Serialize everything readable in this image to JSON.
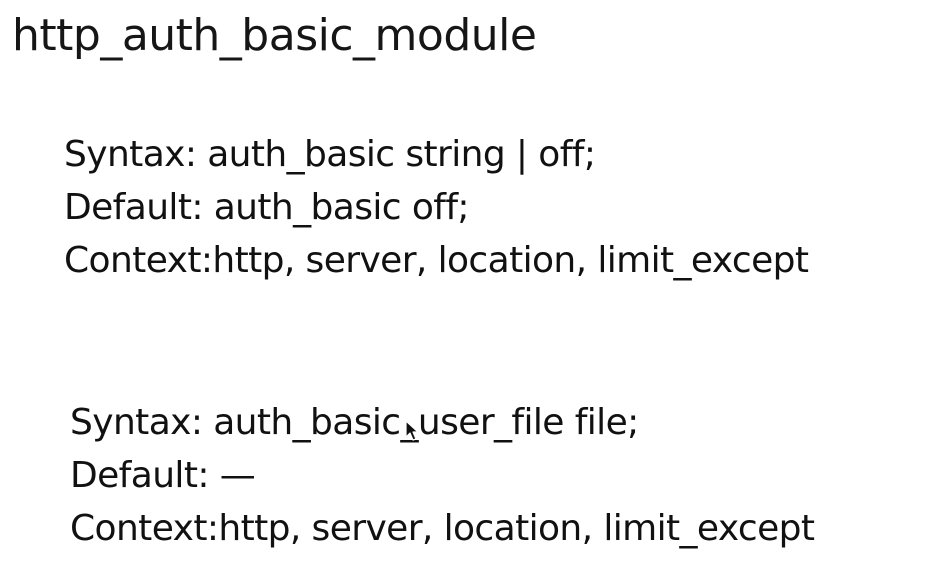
{
  "document": {
    "title": "http_auth_basic_module",
    "directives": [
      {
        "syntax": "Syntax:  auth_basic string | off;",
        "default": "Default: auth_basic off;",
        "context": "Context:http, server, location, limit_except"
      },
      {
        "syntax": "Syntax:  auth_basic_user_file file;",
        "default": "Default: —",
        "context": "Context:http, server, location, limit_except"
      }
    ]
  },
  "cursor": {
    "icon": "mouse-pointer-icon"
  }
}
